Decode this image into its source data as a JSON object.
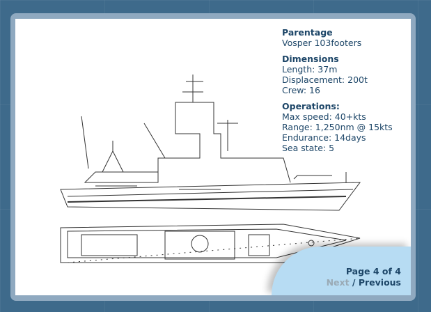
{
  "specs": {
    "parentage": {
      "heading": "Parentage",
      "lines": [
        "Vosper 103footers"
      ]
    },
    "dimensions": {
      "heading": "Dimensions",
      "lines": [
        "Length: 37m",
        "Displacement: 200t",
        "Crew: 16"
      ]
    },
    "operations": {
      "heading": "Operations:",
      "lines": [
        "Max speed: 40+kts",
        "Range: 1,250nm @ 15kts",
        "Endurance: 14days",
        "Sea state: 5"
      ]
    }
  },
  "pager": {
    "page": "Page 4 of 4",
    "next": "Next",
    "sep": " / ",
    "previous": "Previous"
  }
}
